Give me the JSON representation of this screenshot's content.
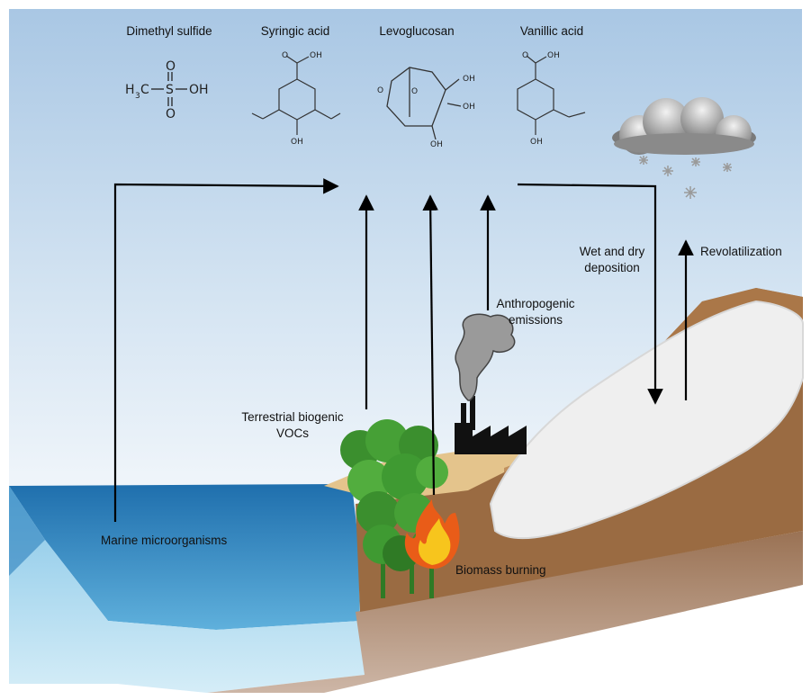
{
  "molecules": [
    {
      "name": "Dimethyl sulfide"
    },
    {
      "name": "Syringic acid"
    },
    {
      "name": "Levoglucosan"
    },
    {
      "name": "Vanillic acid"
    }
  ],
  "formula": {
    "methyl": "H",
    "methyl_sub": "3",
    "methyl_c": "C",
    "sulfur": "S",
    "oh": "OH",
    "oxygen": "O"
  },
  "sources": {
    "marine": "Marine microorganisms",
    "terrestrial_line1": "Terrestrial biogenic",
    "terrestrial_line2": "VOCs",
    "biomass": "Biomass burning",
    "anthropogenic_line1": "Anthropogenic",
    "anthropogenic_line2": "emissions"
  },
  "processes": {
    "deposition_line1": "Wet and dry",
    "deposition_line2": "deposition",
    "revolatilization": "Revolatilization"
  },
  "colors": {
    "sky_top": "#aac8e4",
    "sky_bottom": "#f4f8fc",
    "sea": "#2f89c8",
    "soil": "#9a6b42",
    "snow": "#eeeeee",
    "tree": "#3f9a32",
    "fire": "#f28a1c",
    "arrow": "#000000"
  }
}
